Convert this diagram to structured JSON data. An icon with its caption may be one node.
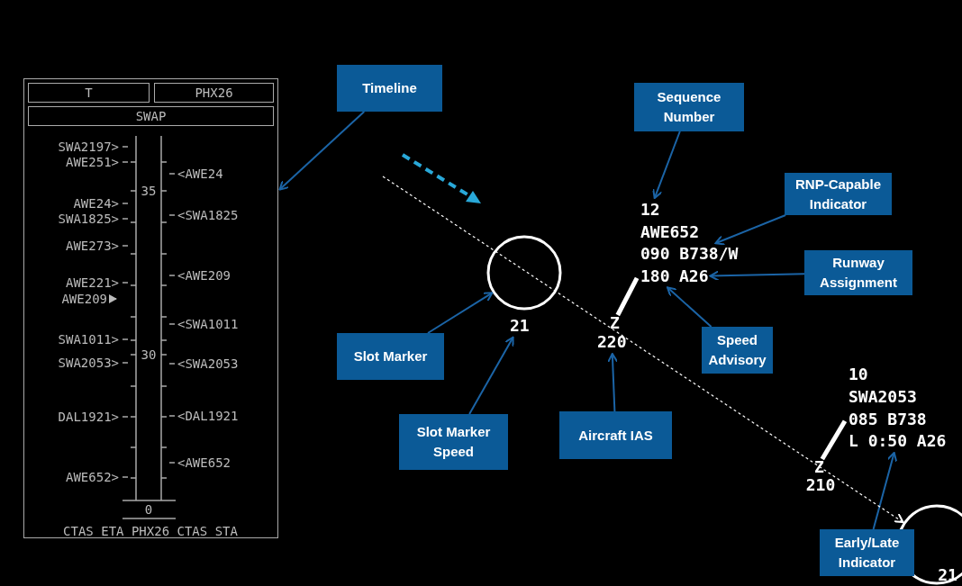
{
  "diagram": {
    "nodes": [
      {
        "text": [
          "Timeline"
        ]
      },
      {
        "text": [],
        "shape": "box"
      },
      {
        "text": [
          "T"
        ],
        "in": 1
      },
      {
        "text": [
          "PHX26"
        ],
        "in": 1
      },
      {
        "text": [
          "SWAP"
        ],
        "in": 1
      },
      {
        "text": [
          "Sequence Number"
        ]
      },
      {
        "text": [
          "RNP-Capable Indicator"
        ]
      },
      {
        "text": [
          "12"
        ]
      },
      {
        "text": [
          "AWE652"
        ]
      },
      {
        "text": [
          "090 B738/W"
        ]
      },
      {
        "text": [
          "180"
        ]
      },
      {
        "text": [
          "A26"
        ]
      },
      {
        "text": [
          "Runway Assignment"
        ]
      },
      {
        "text": [],
        "shape": "circle"
      },
      {
        "text": [
          "21"
        ]
      },
      {
        "text": [
          "220"
        ]
      },
      {
        "text": [
          "Slot Marker"
        ]
      },
      {
        "text": [
          "Speed Advisory"
        ]
      },
      {
        "text": [
          "Slot Marker Speed"
        ]
      },
      {
        "text": [
          "Aircraft IAS"
        ]
      },
      {
        "text": [
          "10"
        ]
      },
      {
        "text": [
          "SWA2053"
        ]
      },
      {
        "text": [
          "085 B738"
        ]
      },
      {
        "text": [
          "L 0:50 A26"
        ]
      },
      {
        "text": [],
        "shape": "circle"
      },
      {
        "text": [
          "Early/Late Indicator"
        ]
      },
      {
        "text": [
          "Z"
        ]
      },
      {
        "text": [
          "Z"
        ]
      }
    ],
    "edges": [
      {
        "from": 0,
        "to": 1,
        "arrow": "to"
      },
      {
        "from": 5,
        "to": 7,
        "arrow": "to"
      },
      {
        "from": 6,
        "to": 9,
        "arrow": "to"
      },
      {
        "from": 12,
        "to": 11,
        "arrow": "to"
      },
      {
        "from": 17,
        "to": 10,
        "arrow": "to"
      },
      {
        "from": 16,
        "to": 13,
        "arrow": "to"
      },
      {
        "from": 18,
        "to": 14,
        "arrow": "to"
      },
      {
        "from": 19,
        "to": 15,
        "arrow": "to"
      },
      {
        "from": 25,
        "to": 23,
        "arrow": "to"
      },
      {
        "from": null,
        "to": 24,
        "arrow": "to",
        "style": "dashed",
        "color": "#ffffff"
      },
      {
        "from": 26,
        "to": 10,
        "arrow": "none",
        "style": "thick",
        "color": "#ffffff"
      },
      {
        "from": 27,
        "to": 22,
        "arrow": "none",
        "style": "thick",
        "color": "#ffffff"
      }
    ],
    "labels": [
      "SWA2197>",
      "AWE251>",
      "<AWE24",
      "35",
      "AWE24>",
      "SWA1825>",
      "<SWA1825",
      "AWE273>",
      "<AWE209",
      "AWE221>",
      "AWE209",
      "<SWA1011",
      "SWA1011>",
      "30",
      "SWA2053>",
      "<SWA2053",
      "<DAL1921",
      "DAL1921>",
      "<AWE652",
      "AWE652>",
      "0",
      "CTAS ETA PHX26 CTAS STA",
      "210",
      "21"
    ]
  }
}
